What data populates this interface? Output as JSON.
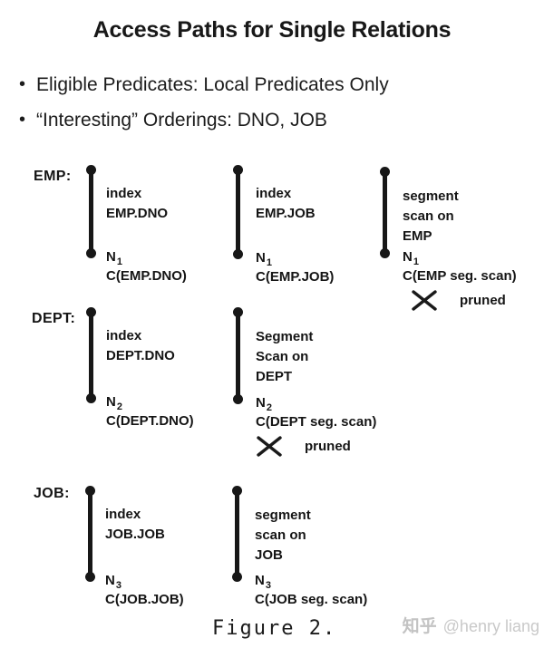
{
  "title": "Access Paths for Single Relations",
  "bullets": [
    {
      "marker": "•",
      "text": "Eligible Predicates: Local Predicates Only"
    },
    {
      "marker": "•",
      "text": "“Interesting” Orderings: DNO, JOB"
    }
  ],
  "relations": [
    {
      "label": "EMP:",
      "paths": [
        {
          "desc": [
            "index",
            "EMP.DNO"
          ],
          "node": "N",
          "node_sub": "1",
          "cost": "C(EMP.DNO)"
        },
        {
          "desc": [
            "index",
            "EMP.JOB"
          ],
          "node": "N",
          "node_sub": "1",
          "cost": "C(EMP.JOB)"
        },
        {
          "desc": [
            "segment",
            "scan on",
            "EMP"
          ],
          "node": "N",
          "node_sub": "1",
          "cost": "C(EMP seg. scan)",
          "pruned": "pruned"
        }
      ]
    },
    {
      "label": "DEPT:",
      "paths": [
        {
          "desc": [
            "index",
            "DEPT.DNO"
          ],
          "node": "N",
          "node_sub": "2",
          "cost": "C(DEPT.DNO)"
        },
        {
          "desc": [
            "Segment",
            "Scan on",
            "DEPT"
          ],
          "node": "N",
          "node_sub": "2",
          "cost": "C(DEPT seg. scan)",
          "pruned": "pruned"
        }
      ]
    },
    {
      "label": "JOB:",
      "paths": [
        {
          "desc": [
            "index",
            "JOB.JOB"
          ],
          "node": "N",
          "node_sub": "3",
          "cost": "C(JOB.JOB)"
        },
        {
          "desc": [
            "segment",
            "scan on",
            "JOB"
          ],
          "node": "N",
          "node_sub": "3",
          "cost": "C(JOB seg. scan)"
        }
      ]
    }
  ],
  "caption": "Figure 2.",
  "watermark": {
    "brand": "知乎",
    "author": "@henry liang"
  }
}
